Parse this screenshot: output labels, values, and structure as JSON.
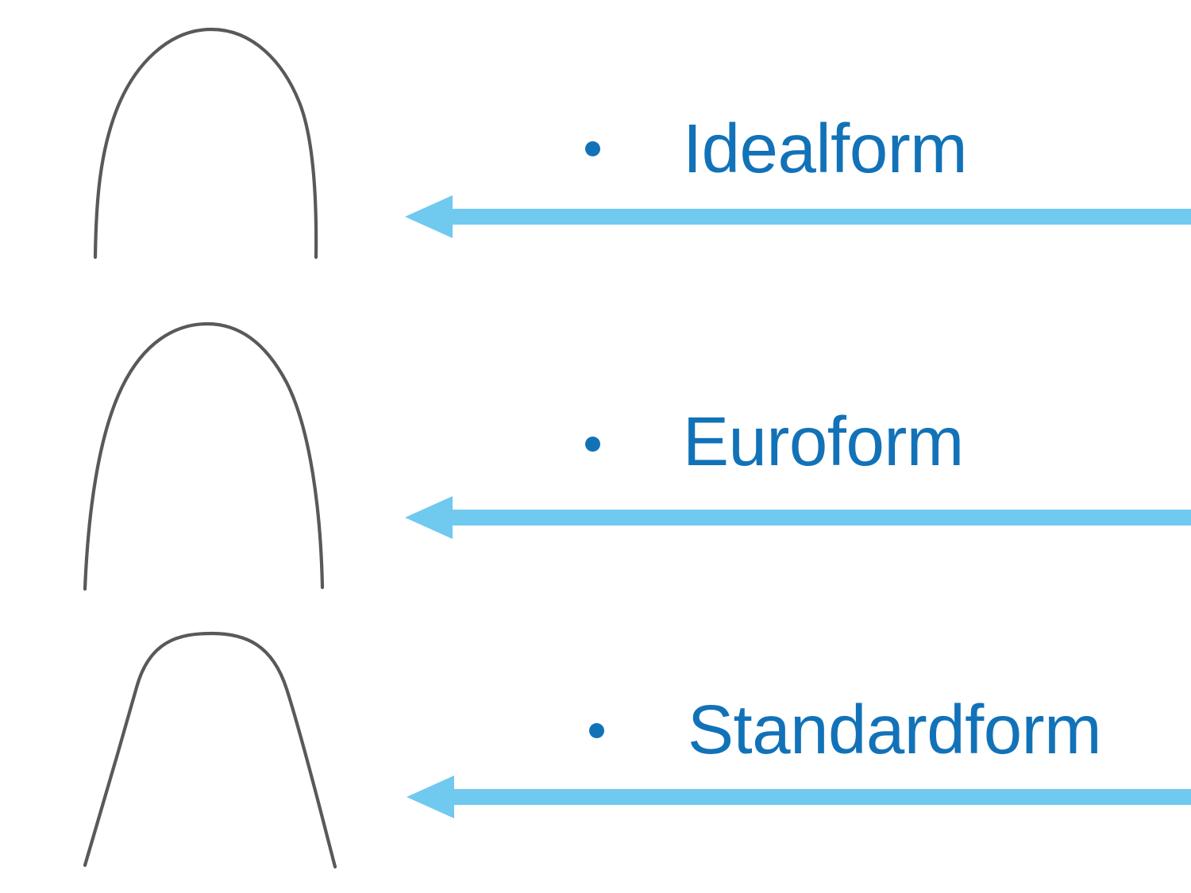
{
  "slide": {
    "items": [
      {
        "label": "Idealform"
      },
      {
        "label": "Euroform"
      },
      {
        "label": "Standardform"
      }
    ]
  },
  "icons": {
    "bullet": "filled-circle",
    "arrow": "left-arrow"
  },
  "colors": {
    "label_blue": "#1272B8",
    "arrow_blue": "#70C9EF",
    "wire_gray": "#59595B",
    "background": "#FFFFFF"
  }
}
